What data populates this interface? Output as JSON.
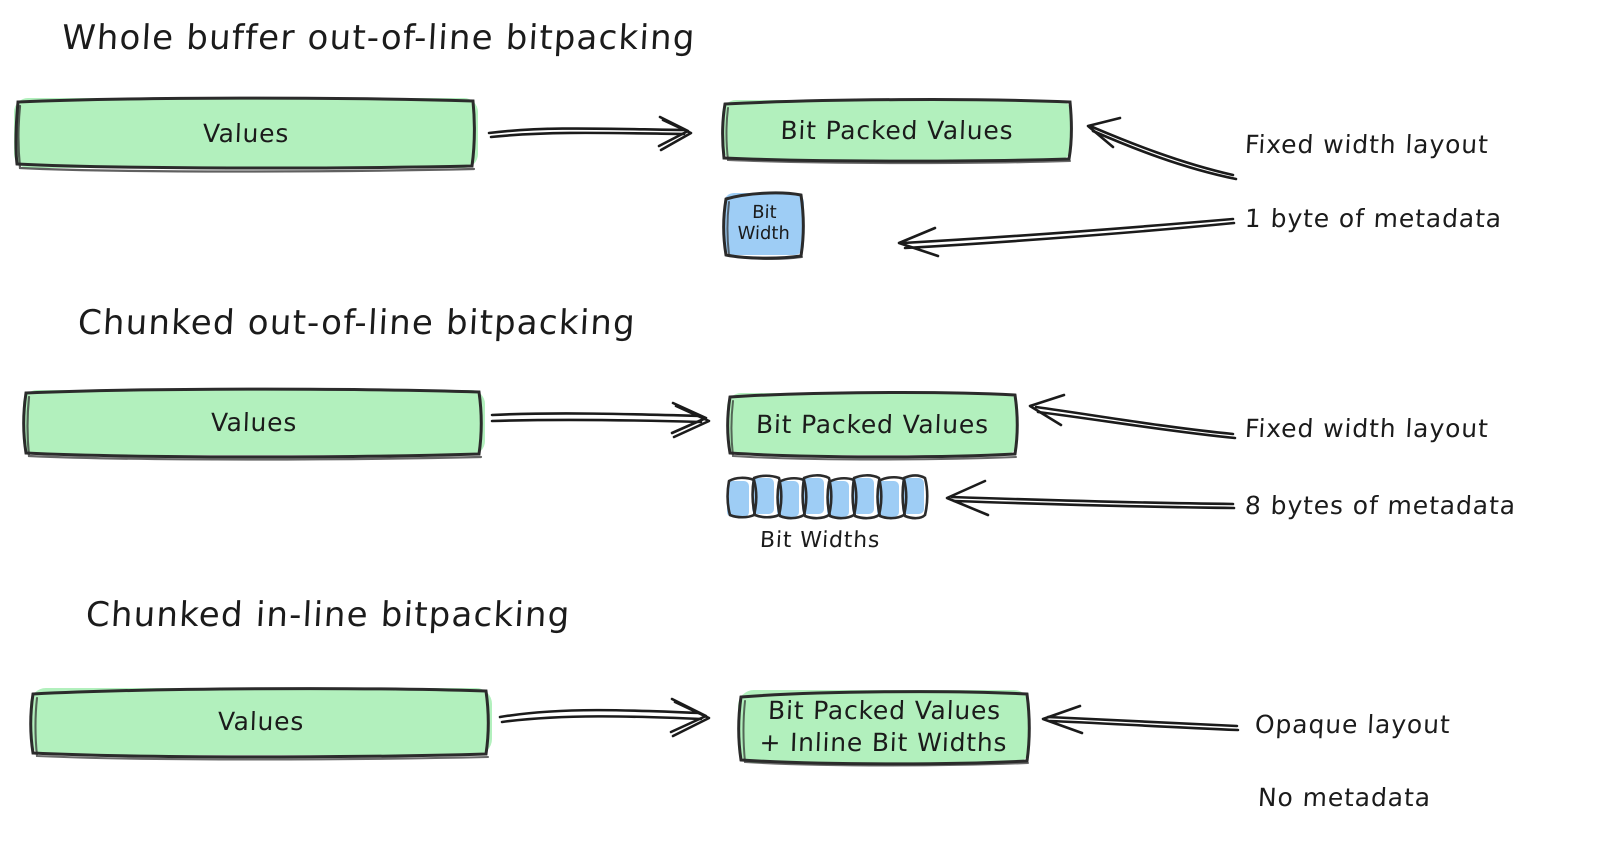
{
  "diagram": {
    "title_semantic": "bitpacking-layout-comparison",
    "background": "#ffffff",
    "ink_color": "#1b1b1b",
    "green_fill": "#b2f0bd",
    "blue_fill": "#9ecdf5"
  },
  "sections": [
    {
      "title": "Whole buffer out-of-line bitpacking",
      "source_box": {
        "label": "Values"
      },
      "packed_box": {
        "label": "Bit Packed Values"
      },
      "meta_box": {
        "label_line1": "Bit",
        "label_line2": "Width"
      },
      "annotations": [
        {
          "text": "Fixed width layout"
        },
        {
          "text": "1 byte of metadata"
        }
      ]
    },
    {
      "title": "Chunked out-of-line bitpacking",
      "source_box": {
        "label": "Values"
      },
      "packed_box": {
        "label": "Bit Packed Values"
      },
      "chunk_strip": {
        "caption": "Bit Widths",
        "count": 8
      },
      "annotations": [
        {
          "text": "Fixed width layout"
        },
        {
          "text": "8 bytes of metadata"
        }
      ]
    },
    {
      "title": "Chunked in-line bitpacking",
      "source_box": {
        "label": "Values"
      },
      "packed_box": {
        "label_line1": "Bit Packed Values",
        "label_line2": "+ Inline Bit Widths"
      },
      "annotations": [
        {
          "text": "Opaque layout"
        },
        {
          "text": "No metadata"
        }
      ]
    }
  ]
}
